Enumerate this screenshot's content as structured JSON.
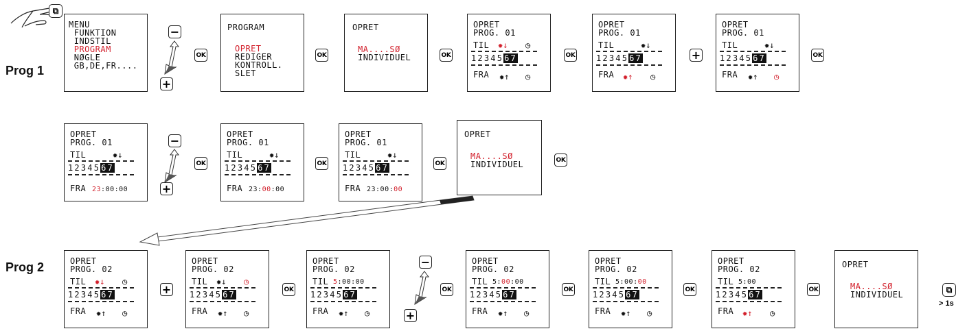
{
  "rows": {
    "prog1_label": "Prog 1",
    "prog2_label": "Prog 2"
  },
  "buttons": {
    "ok": "OK",
    "plus": "+",
    "minus": "−",
    "long_press": "> 1s"
  },
  "screens": {
    "menu": {
      "l1": "MENU",
      "l2": " FUNKTION",
      "l3": " INDSTIL",
      "l4": " PROGRAM",
      "l5": " NØGLE",
      "l6": " GB,DE,FR...."
    },
    "program": {
      "l1": "PROGRAM",
      "l2": "OPRET",
      "l3": "REDIGER",
      "l4": "KONTROLL.",
      "l5": "SLET"
    },
    "opret": {
      "l1": "OPRET",
      "l2": "MA....SØ",
      "l3": "INDIVIDUEL"
    },
    "opret2": {
      "l1": "OPRET",
      "l2": "MA....SØ",
      "l3": "INDIVIDUEL"
    },
    "opret3": {
      "l1": "OPRET",
      "l2": "MA....SØ",
      "l3": "INDIVIDUEL"
    },
    "p1": {
      "l1": "OPRET",
      "l2": "PROG. 01",
      "l3": "TIL",
      "days": "12345",
      "days_inv": "67",
      "l5": "FRA"
    },
    "p2": {
      "l1": "OPRET",
      "l2": "PROG. 02",
      "l3": "TIL",
      "days": "12345",
      "days_inv": "67",
      "l5": "FRA"
    },
    "times": {
      "t1": "23:00:00",
      "t1a": "23",
      "t1b": ":00:00",
      "t2a": "23:",
      "t2b": "00",
      "t2c": ":00",
      "t3a": "23:00:",
      "t3b": "00",
      "s1a": "5",
      "s1b": ":00:00",
      "s2a": "5:",
      "s2b": "00",
      "s2c": ":00",
      "s3a": "5:00:",
      "s3b": "00",
      "s4": "5:00"
    }
  },
  "colors": {
    "accent": "#d21f2b",
    "ink": "#111111"
  },
  "icons": [
    "sun-down-icon",
    "sun-up-icon",
    "clock-icon",
    "menu-button-icon",
    "hand-icon"
  ]
}
